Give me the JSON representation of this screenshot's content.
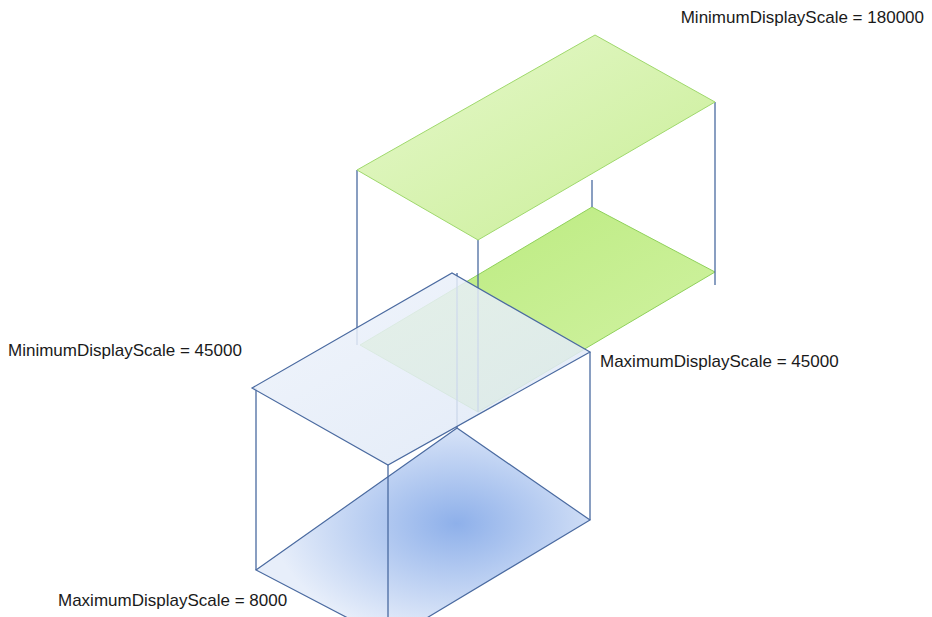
{
  "diagram": {
    "labels": [
      "MinimumDisplayScale = 180000",
      "MinimumDisplayScale = 45000",
      "MaximumDisplayScale = 45000",
      "MaximumDisplayScale = 8000"
    ]
  }
}
